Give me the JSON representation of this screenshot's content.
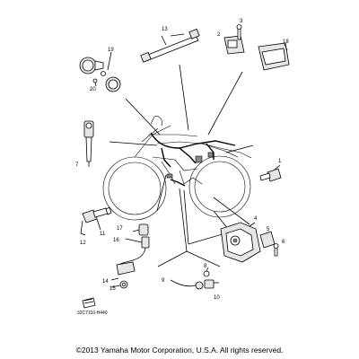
{
  "callouts": {
    "c1": "1",
    "c2": "2",
    "c3": "3",
    "c4": "4",
    "c5": "5",
    "c6": "6",
    "c7": "7",
    "c8": "8",
    "c9": "9",
    "c10": "10",
    "c11": "11",
    "c12": "12",
    "c13": "13",
    "c14": "14",
    "c15": "15",
    "c16": "16",
    "c17": "17",
    "c18": "18",
    "c19": "19",
    "c20": "20"
  },
  "part_code": "32C7110-H440",
  "copyright": "©2013 Yamaha Motor Corporation, U.S.A. All rights reserved."
}
